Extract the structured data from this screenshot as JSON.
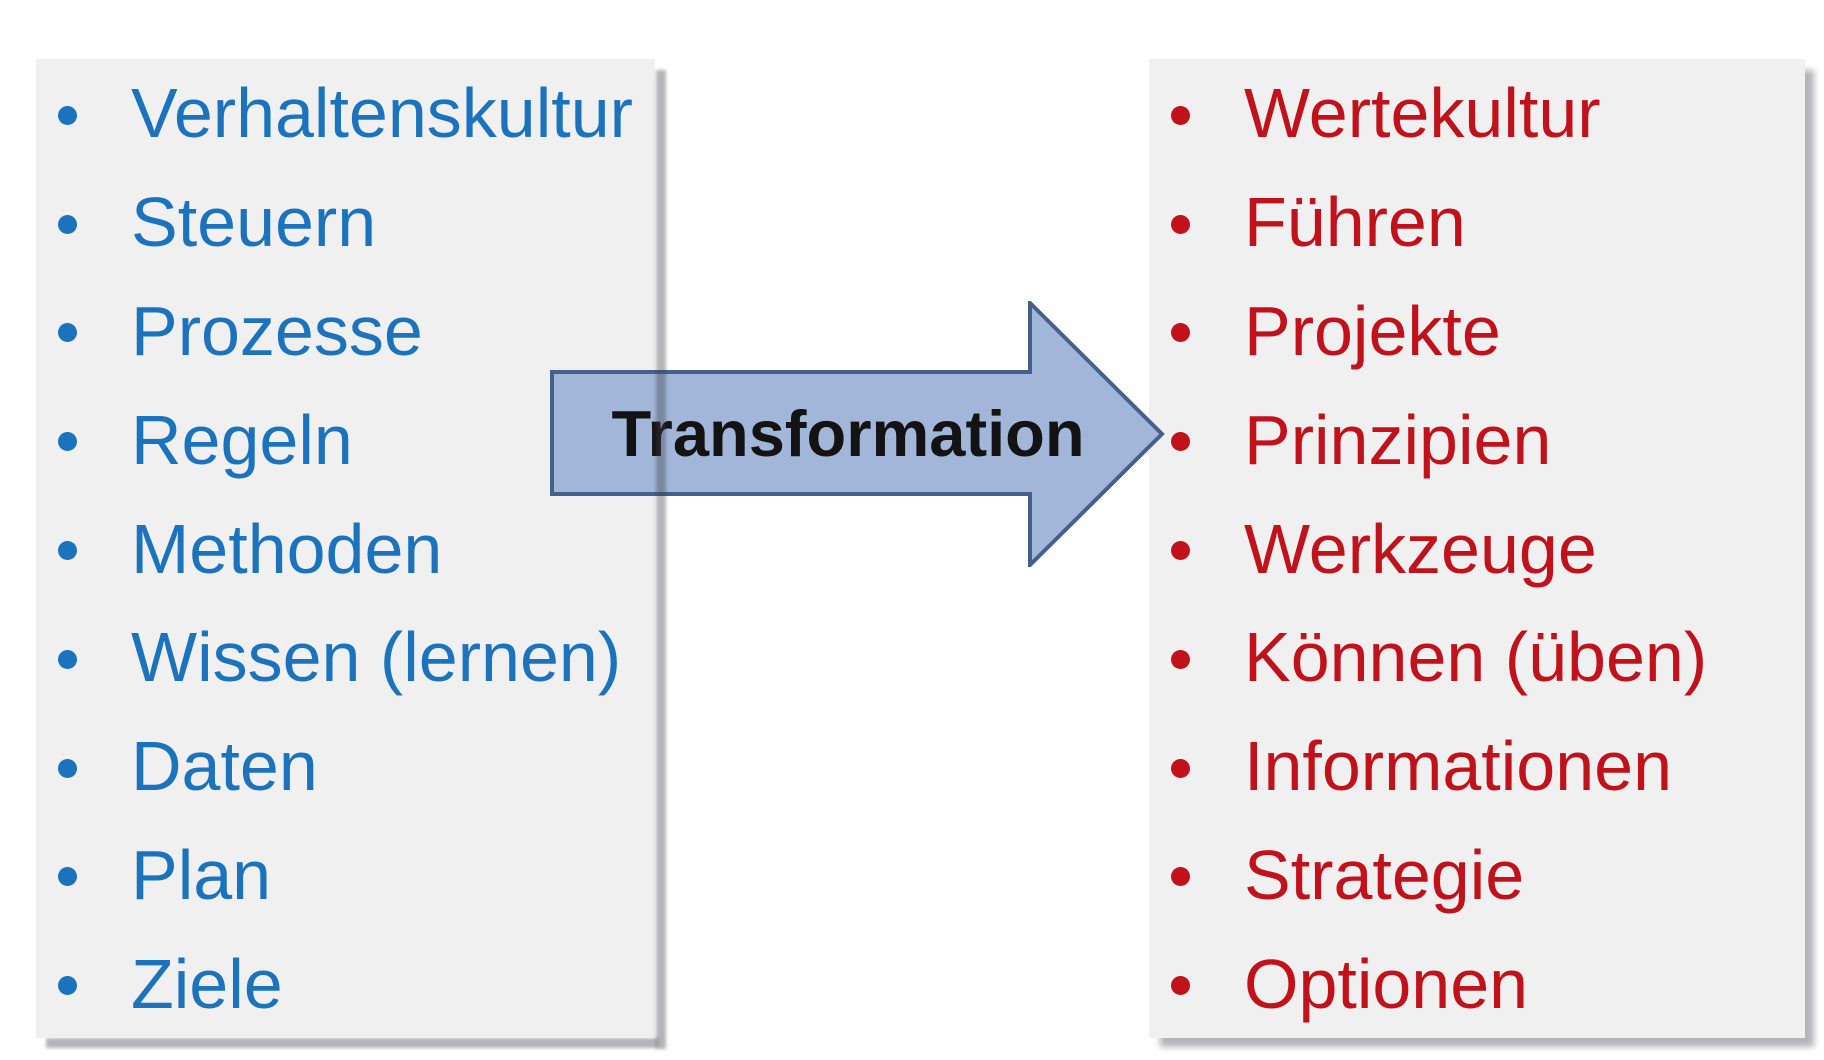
{
  "diagram": {
    "left_panel": {
      "items": [
        "Verhaltenskultur",
        "Steuern",
        "Prozesse",
        "Regeln",
        "Methoden",
        "Wissen (lernen)",
        "Daten",
        "Plan",
        "Ziele"
      ]
    },
    "arrow": {
      "label": "Transformation"
    },
    "right_panel": {
      "items": [
        "Wertekultur",
        "Führen",
        "Projekte",
        "Prinzipien",
        "Werkzeuge",
        "Können (üben)",
        "Informationen",
        "Strategie",
        "Optionen"
      ]
    },
    "colors": {
      "page_bg": "#ffffff",
      "panel_bg": "#f0f0f0",
      "left_text": "#1c73bd",
      "right_text": "#c1121c",
      "arrow_fill": "#a2b6da",
      "arrow_stroke": "#44618c",
      "arrow_label": "#131313",
      "shadow": "rgba(60,60,65,0.38)"
    }
  }
}
